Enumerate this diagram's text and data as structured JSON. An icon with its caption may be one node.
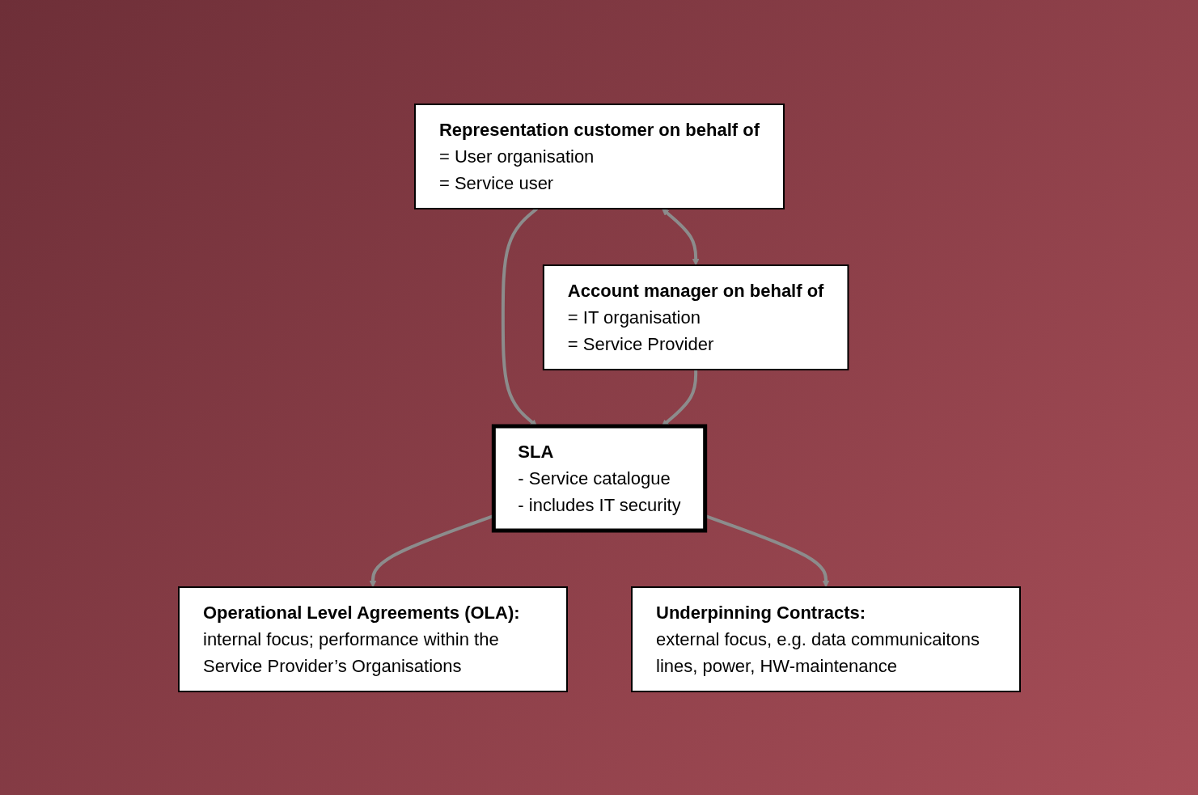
{
  "diagram": {
    "nodes": [
      {
        "text": [
          "Representation customer on behalf of",
          "= User organisation",
          "= Service user"
        ]
      },
      {
        "text": [
          "Account manager on behalf of",
          "= IT organisation",
          "= Service Provider"
        ]
      },
      {
        "text": [
          "SLA",
          "- Service catalogue",
          "- includes IT security"
        ]
      },
      {
        "text": [
          "Operational Level Agreements (OLA):",
          "internal focus; performance within the Service Provider’s Organisations"
        ]
      },
      {
        "text": [
          "Underpinning Contracts:",
          "external focus, e.g. data communicaitons lines, power, HW-maintenance"
        ]
      }
    ],
    "edges": [
      {
        "from": 0,
        "to": 1,
        "arrow": "both"
      },
      {
        "from": 0,
        "to": 2,
        "arrow": "to"
      },
      {
        "from": 1,
        "to": 2,
        "arrow": "to"
      },
      {
        "from": 2,
        "to": 3,
        "arrow": "to"
      },
      {
        "from": 2,
        "to": 4,
        "arrow": "to"
      }
    ]
  }
}
